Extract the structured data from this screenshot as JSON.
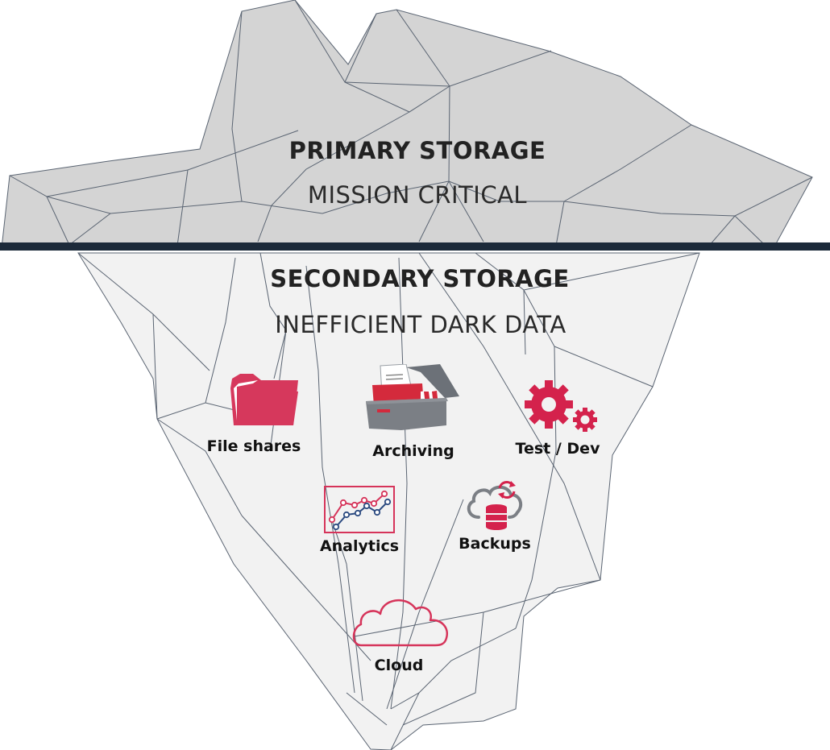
{
  "diagram": {
    "type": "iceberg",
    "waterline_color": "#1c2a3a",
    "above_water_fill": "#d4d4d4",
    "below_water_fill": "#f2f2f2",
    "edge_color": "#5a6472",
    "accent_red": "#d6345a",
    "icon_gray": "#7b7f85",
    "chart_blue": "#2b4a80"
  },
  "primary": {
    "title": "PRIMARY STORAGE",
    "subtitle": "MISSION CRITICAL"
  },
  "secondary": {
    "title": "SECONDARY STORAGE",
    "subtitle": "INEFFICIENT DARK DATA"
  },
  "items": [
    {
      "label": "File shares",
      "icon": "folder-icon"
    },
    {
      "label": "Archiving",
      "icon": "archive-box-icon"
    },
    {
      "label": "Test / Dev",
      "icon": "gears-icon"
    },
    {
      "label": "Analytics",
      "icon": "line-chart-icon"
    },
    {
      "label": "Backups",
      "icon": "cloud-database-sync-icon"
    },
    {
      "label": "Cloud",
      "icon": "cloud-icon"
    }
  ]
}
